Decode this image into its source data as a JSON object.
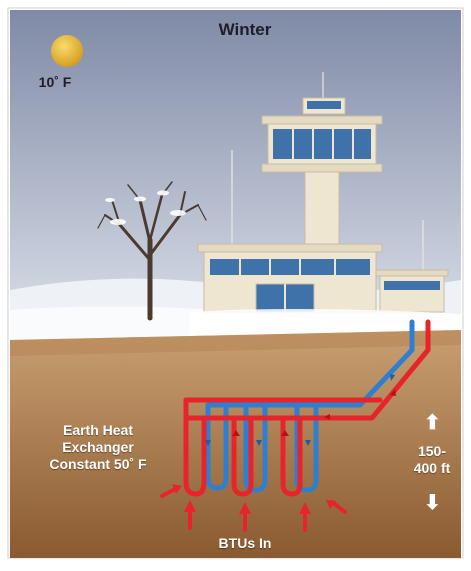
{
  "scene": {
    "title": "Winter",
    "outdoor_temp": "10˚ F",
    "loop_label_line1": "Earth Heat",
    "loop_label_line2": "Exchanger",
    "loop_label_line3": "Constant 50˚ F",
    "depth_line1": "150-",
    "depth_line2": "400 ft",
    "btu_label": "BTUs In",
    "icons": [
      "sun-icon",
      "up-arrow-icon",
      "down-arrow-icon"
    ],
    "colors": {
      "sky_top": "#7f8aa6",
      "sky_bottom": "#d9dde8",
      "snow": "#f2f4f8",
      "soil_top": "#c49a6c",
      "soil_bottom": "#8a5a30",
      "warm_pipe": "#e8242b",
      "cold_pipe": "#2f7fd0",
      "sun": "#e8b92a",
      "building": "#efe6d2"
    }
  }
}
